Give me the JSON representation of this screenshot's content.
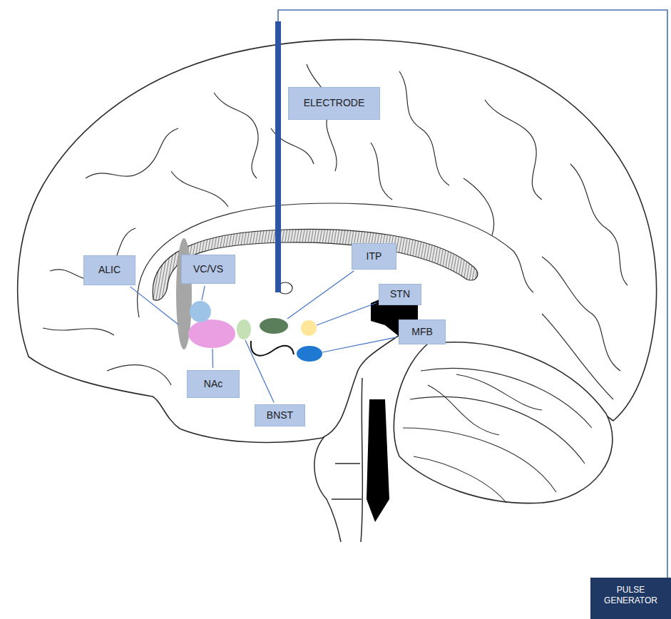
{
  "diagram": {
    "nodes": [
      {
        "text": [
          "ELECTRODE"
        ]
      },
      {
        "text": [
          "ALIC"
        ]
      },
      {
        "text": [
          "VC/VS"
        ]
      },
      {
        "text": [
          "ITP"
        ]
      },
      {
        "text": [
          "STN"
        ]
      },
      {
        "text": [
          "MFB"
        ]
      },
      {
        "text": [
          "NAc"
        ]
      },
      {
        "text": [
          "BNST"
        ]
      },
      {
        "text": [
          "PULSE GENERATOR"
        ]
      }
    ]
  }
}
